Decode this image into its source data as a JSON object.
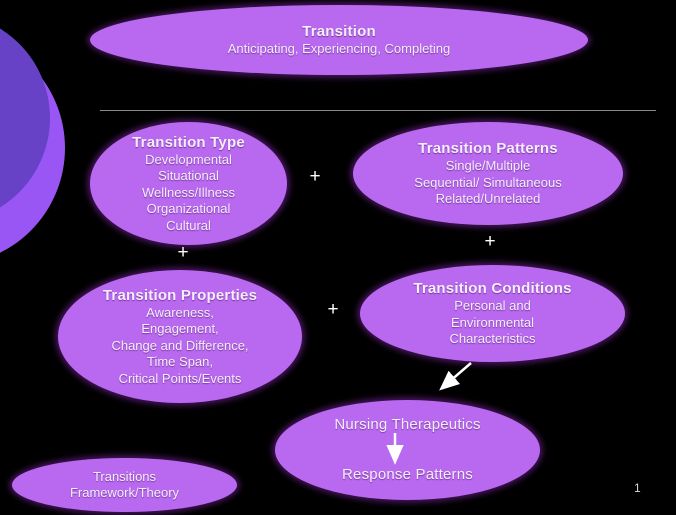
{
  "colors": {
    "background": "#000000",
    "ellipse_fill": "#b969ef",
    "ellipse_glow": "#7a26a0",
    "decor_circle_dark": "#6742c7",
    "decor_circle_light": "#9a56f5",
    "divider": "#8a8a8a",
    "text": "#f6eefe",
    "arrow": "#ffffff"
  },
  "nodes": {
    "transition": {
      "title": "Transition",
      "subtitle": "Anticipating, Experiencing, Completing"
    },
    "transition_type": {
      "title": "Transition Type",
      "items": [
        "Developmental",
        "Situational",
        "Wellness/Illness",
        "Organizational",
        "Cultural"
      ]
    },
    "transition_patterns": {
      "title": "Transition Patterns",
      "items": [
        "Single/Multiple",
        "Sequential/ Simultaneous",
        "Related/Unrelated"
      ]
    },
    "transition_properties": {
      "title": "Transition Properties",
      "items": [
        "Awareness,",
        "Engagement,",
        "Change and Difference,",
        "Time Span,",
        "Critical Points/Events"
      ]
    },
    "transition_conditions": {
      "title": "Transition Conditions",
      "items": [
        "Personal and",
        "Environmental",
        "Characteristics"
      ]
    },
    "nursing_therapeutics": {
      "title": "Nursing Therapeutics"
    },
    "response_patterns": {
      "title": "Response Patterns"
    },
    "framework": {
      "title": "Transitions",
      "subtitle": "Framework/Theory"
    }
  },
  "operators": {
    "plus": "+"
  },
  "page": {
    "number": "1"
  }
}
